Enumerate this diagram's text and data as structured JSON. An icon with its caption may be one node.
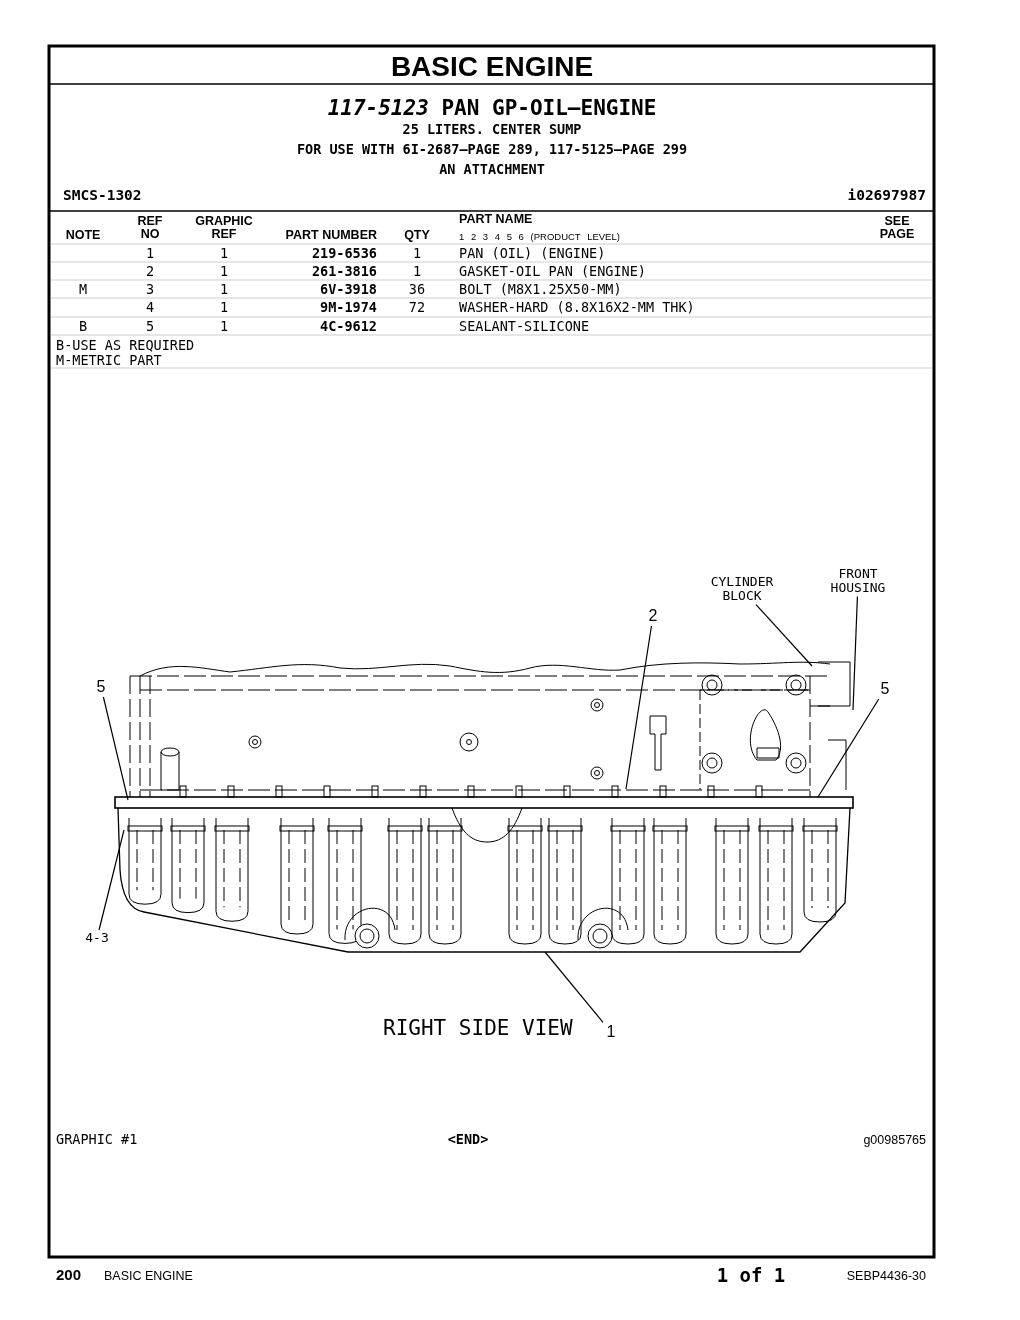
{
  "diagram": {
    "title": "BASIC ENGINE",
    "nodes": [
      {
        "text": [
          "5"
        ]
      },
      {
        "text": [
          "2"
        ]
      },
      {
        "text": [
          "CYLINDER BLOCK"
        ]
      },
      {
        "text": [
          "FRONT HOUSING"
        ]
      },
      {
        "text": [
          "5"
        ]
      },
      {
        "text": [
          "4-3"
        ]
      },
      {
        "text": [
          "1"
        ]
      }
    ],
    "edges": [
      {
        "from": 0,
        "to": null,
        "arrow": "none"
      },
      {
        "from": 1,
        "to": null,
        "arrow": "none"
      },
      {
        "from": 2,
        "to": null,
        "arrow": "none"
      },
      {
        "from": 3,
        "to": null,
        "arrow": "none"
      },
      {
        "from": 4,
        "to": null,
        "arrow": "none"
      },
      {
        "from": 5,
        "to": null,
        "arrow": "none"
      },
      {
        "from": 6,
        "to": null,
        "arrow": "none"
      }
    ],
    "labels": [
      "*117-5123* PAN GP-OIL—ENGINE",
      "25 LITERS. CENTER SUMP",
      "FOR USE WITH 6I-2687—PAGE 289, 117-5125—PAGE 299",
      "AN ATTACHMENT",
      "SMCS-1302",
      "i02697987",
      "NOTE",
      "REF NO",
      "GRAPHIC REF",
      "PART NUMBER",
      "QTY",
      "PART NAME",
      "1 2 3 4 5 6 (PRODUCT LEVEL)",
      "SEE PAGE",
      "1",
      "1",
      "219-6536",
      "1",
      "PAN (OIL) (ENGINE)",
      "2",
      "1",
      "261-3816",
      "1",
      "GASKET-OIL PAN (ENGINE)",
      "M",
      "3",
      "1",
      "6V-3918",
      "36",
      "BOLT (M8X1.25X50-MM)",
      "4",
      "1",
      "9M-1974",
      "72",
      "WASHER-HARD (8.8X16X2-MM THK)",
      "B",
      "5",
      "1",
      "4C-9612",
      "SEALANT-SILICONE",
      "B-USE AS REQUIRED",
      "M-METRIC PART",
      "RIGHT SIDE VIEW",
      "GRAPHIC #1",
      "<END>",
      "g00985765",
      "200",
      "BASIC ENGINE",
      "1 of 1",
      "SEBP4436-30"
    ]
  }
}
